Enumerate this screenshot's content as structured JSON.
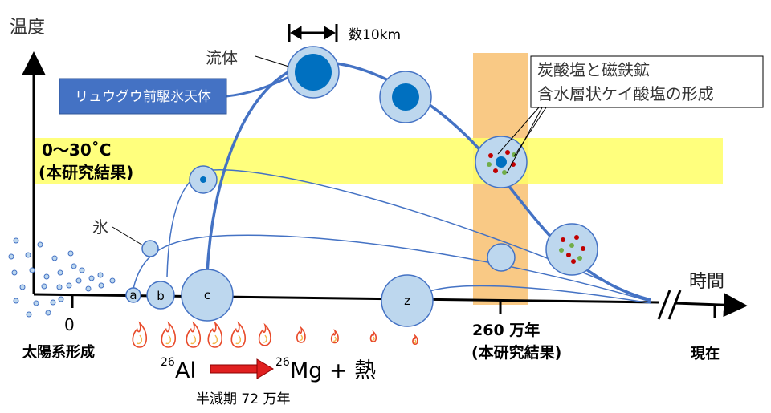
{
  "axes": {
    "y_label": "温度",
    "x_label": "時間"
  },
  "band": {
    "line1": "0〜30˚C",
    "line2": "(本研究結果)"
  },
  "scale_label": "数10km",
  "fluid_label": "流体",
  "ice_label": "氷",
  "parent_box": "リュウグウ前駆氷天体",
  "formation_box": {
    "line1": "炭酸塩と磁鉄鉱",
    "line2": "含水層状ケイ酸塩の形成"
  },
  "x_ticks": {
    "zero": "0",
    "zero_caption": "太陽系形成",
    "mid_value": "260 万年",
    "mid_caption": "(本研究結果)",
    "now_caption": "現在"
  },
  "bodies": {
    "a": "a",
    "b": "b",
    "c": "c",
    "z": "z"
  },
  "reaction": {
    "mass_al": "26",
    "al": "Al",
    "mass_mg": "26",
    "mg": "Mg + 熱",
    "half_life": "半減期 72 万年"
  },
  "colors": {
    "axis": "#000000",
    "curve": "#4472c4",
    "body_fill": "#bdd7ee",
    "core": "#0070c0",
    "band": "#ffff66",
    "column": "#f8c070",
    "box_fill": "#4472c4",
    "arrow": "#e02020",
    "flame": "#e84a2a"
  }
}
